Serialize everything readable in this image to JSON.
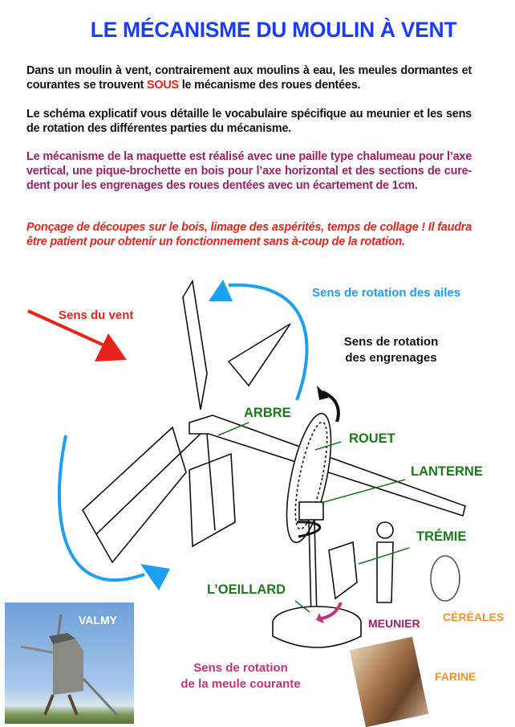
{
  "title": "LE MÉCANISME DU MOULIN À VENT",
  "paragraphs": {
    "p1_before": "Dans un moulin à vent, contrairement aux moulins à eau, les meules dormantes et courantes se trouvent ",
    "p1_highlight": "SOUS",
    "p1_after": " le mécanisme des roues dentées.",
    "p2": "Le schéma explicatif vous détaille le vocabulaire spécifique au meunier et les sens de rotation des différentes parties du mécanisme.",
    "p3": "Le mécanisme de la maquette est réalisé avec une paille type chalumeau pour l’axe vertical, une pique-brochette en bois pour l’axe horizontal et des sections de cure-dent pour les engrenages des roues dentées avec un écartement de 1cm.",
    "p4": "Ponçage de découpes sur le bois, limage des aspérités, temps de collage ! Il faudra être patient pour obtenir un fonctionnement sans à-coup de la rotation."
  },
  "diagram": {
    "wind_direction": "Sens du vent",
    "blade_rotation": "Sens de rotation des ailes",
    "gear_rotation_line1": "Sens de rotation",
    "gear_rotation_line2": "des engrenages",
    "millstone_rotation_line1": "Sens de rotation",
    "millstone_rotation_line2": "de la meule courante",
    "labels": {
      "arbre": "ARBRE",
      "rouet": "ROUET",
      "lanterne": "LANTERNE",
      "tremie": "TRÉMIE",
      "oeillard": "L’OEILLARD",
      "meunier": "MEUNIER",
      "cereales": "CÉRÉALES",
      "farine": "FARINE"
    },
    "photo_caption": "VALMY"
  },
  "colors": {
    "title": "#1a3cff",
    "purple": "#9b2266",
    "red": "#e8231c",
    "blue_arrow": "#1ea0f0",
    "green_label": "#1a7a1a",
    "orange": "#f5922a"
  }
}
